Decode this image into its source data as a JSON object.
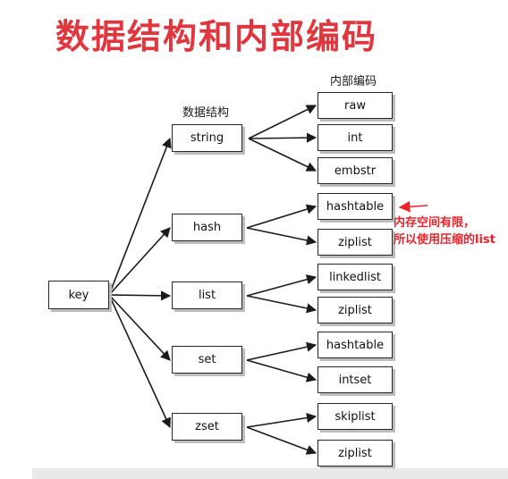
{
  "title": "数据结构和内部编码",
  "headers": {
    "data_structure": "数据结构",
    "internal_encoding": "内部编码"
  },
  "root": "key",
  "structures": [
    {
      "id": "string",
      "label": "string",
      "encodings": [
        "raw",
        "int",
        "embstr"
      ]
    },
    {
      "id": "hash",
      "label": "hash",
      "encodings": [
        "hashtable",
        "ziplist"
      ]
    },
    {
      "id": "list",
      "label": "list",
      "encodings": [
        "linkedlist",
        "ziplist"
      ]
    },
    {
      "id": "set",
      "label": "set",
      "encodings": [
        "hashtable",
        "intset"
      ]
    },
    {
      "id": "zset",
      "label": "zset",
      "encodings": [
        "skiplist",
        "ziplist"
      ]
    }
  ],
  "annotation": {
    "line1": "内存空间有限，",
    "line2": "所以使用压缩的list",
    "color": "#e8232a",
    "points_to": "hash.hashtable"
  },
  "colors": {
    "title": "#e0373f",
    "box_border": "#262626",
    "arrow": "#1a1a1a"
  }
}
